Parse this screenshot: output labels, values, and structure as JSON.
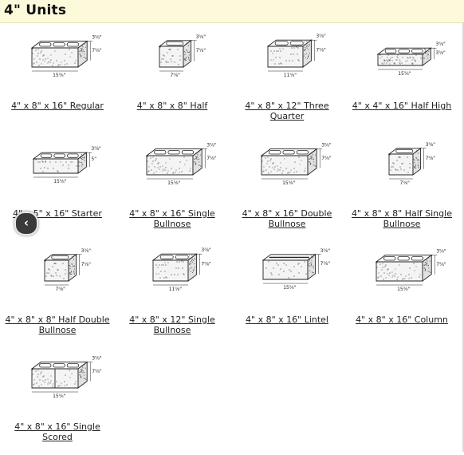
{
  "page": {
    "title": "4\" Units"
  },
  "nav": {
    "prev_arrow": "‹"
  },
  "units": [
    {
      "label": "4\" x 8\" x 16\" Regular",
      "dims": [
        "3⅝\"",
        "7⅝\"",
        "15⅝\""
      ]
    },
    {
      "label": "4\" x 8\" x 8\" Half",
      "dims": [
        "3⅝\"",
        "7⅝\"",
        "7⅝\""
      ]
    },
    {
      "label": "4\" x 8\" x 12\" Three Quarter",
      "dims": [
        "3⅝\"",
        "7⅝\"",
        "11⅝\""
      ]
    },
    {
      "label": "4\" x 4\" x 16\" Half High",
      "dims": [
        "3⅝\"",
        "3⅝\"",
        "15⅝\""
      ]
    },
    {
      "label": "4\" x 5\" x 16\" Starter",
      "dims": [
        "3⅝\"",
        "5\"",
        "15⅝\""
      ]
    },
    {
      "label": "4\" x 8\" x 16\" Single Bullnose",
      "dims": [
        "3⅝\"",
        "7⅝\"",
        "15⅝\""
      ]
    },
    {
      "label": "4\" x 8\" x 16\" Double Bullnose",
      "dims": [
        "3⅝\"",
        "7⅝\"",
        "15⅝\""
      ]
    },
    {
      "label": "4\" x 8\" x 8\" Half Single Bullnose",
      "dims": [
        "3⅝\"",
        "7⅝\"",
        "7⅝\""
      ]
    },
    {
      "label": "4\" x 8\" x 8\" Half Double Bullnose",
      "dims": [
        "3⅝\"",
        "7⅝\"",
        "7⅝\""
      ]
    },
    {
      "label": "4\" x 8\" x 12\" Single Bullnose",
      "dims": [
        "3⅝\"",
        "7⅝\"",
        "11⅝\""
      ]
    },
    {
      "label": "4\" x 8\" x 16\" Lintel",
      "dims": [
        "3⅝\"",
        "7⅝\"",
        "15⅝\""
      ]
    },
    {
      "label": "4\" x 8\" x 16\" Column",
      "dims": [
        "3⅝\"",
        "7⅝\"",
        "15⅝\""
      ]
    },
    {
      "label": "4\" x 8\" x 16\" Single Scored",
      "dims": [
        "3⅝\"",
        "7⅝\"",
        "15⅝\""
      ]
    }
  ]
}
